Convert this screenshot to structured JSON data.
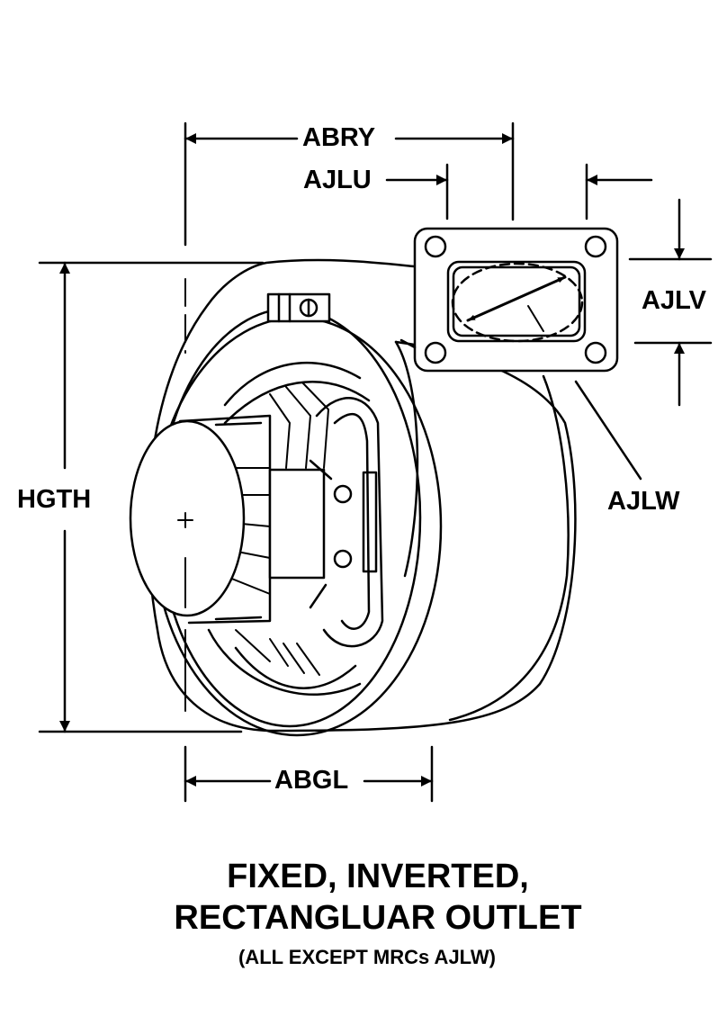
{
  "figure": {
    "dimension_labels": {
      "abry": "ABRY",
      "ajlu": "AJLU",
      "ajlv": "AJLV",
      "hgth": "HGTH",
      "ajlw": "AJLW",
      "abgl": "ABGL"
    },
    "caption": {
      "line1": "FIXED, INVERTED,",
      "line2": "RECTANGLUAR OUTLET",
      "note": "(ALL EXCEPT MRCs AJLW)"
    }
  }
}
